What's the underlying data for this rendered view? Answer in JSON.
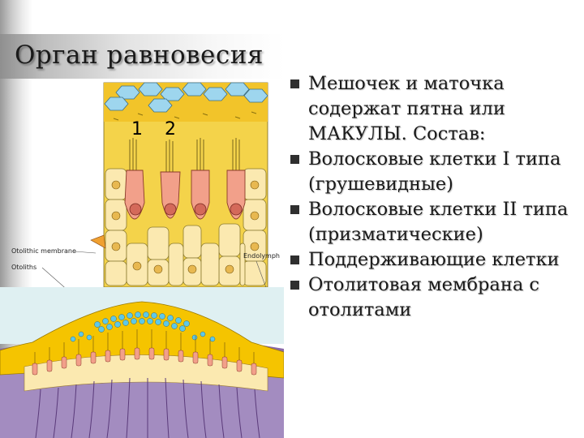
{
  "slide": {
    "title": "Орган равновесия"
  },
  "figure": {
    "number_1": "1",
    "number_2": "2",
    "label_otolithic_membrane": "Otolithic membrane",
    "label_otoliths": "Otoliths",
    "label_endolymph": "Endolymph"
  },
  "bullets": [
    "Мешочек и маточка содержат пятна или МАКУЛЫ. Состав:",
    "Волосковые клетки I типа (грушевидные)",
    "Волосковые клетки II типа (призматические)",
    "Поддерживающие клетки",
    "Отолитовая мембрана с отолитами"
  ],
  "colors": {
    "bullet_marker": "#2f2f2f",
    "membrane_yellow": "#f5c400",
    "cell_cream": "#fbe9b0",
    "hair_cell_pink": "#f2a08a",
    "otolith_blue": "#5ec8e8",
    "base_purple": "#8a6aa8"
  }
}
